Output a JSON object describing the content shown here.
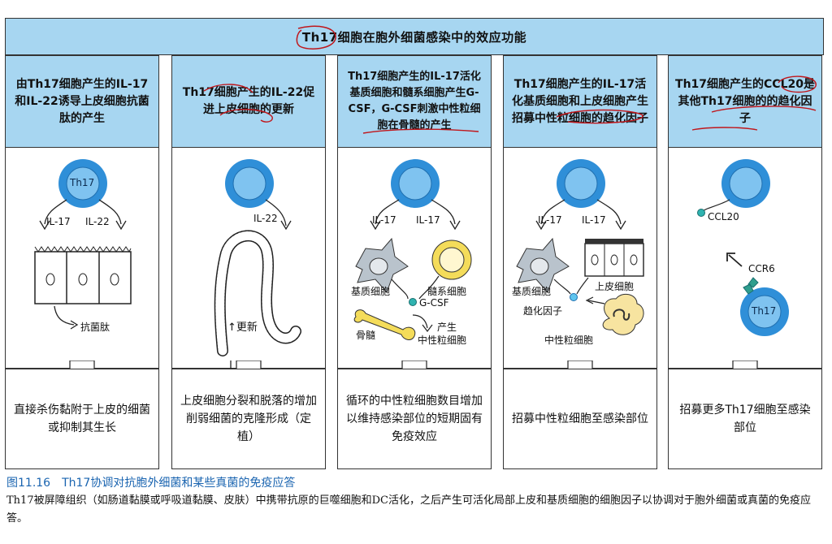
{
  "title": "Th17细胞在胞外细菌感染中的效应功能",
  "panels": [
    {
      "header": "由Th17细胞产生的IL-17和IL-22诱导上皮细胞抗菌肽的产生",
      "cell_label": "Th17",
      "labels": {
        "a": "IL-17",
        "b": "IL-22",
        "c": "抗菌肽"
      },
      "footer": "直接杀伤黏附于上皮的细菌或抑制其生长"
    },
    {
      "header": "Th17细胞产生的IL-22促进上皮细胞的更新",
      "labels": {
        "a": "IL-22",
        "b": "更新"
      },
      "footer": "上皮细胞分裂和脱落的增加削弱细菌的克隆形成（定植）"
    },
    {
      "header": "Th17细胞产生的IL-17活化基质细胞和髓系细胞产生G-CSF，G-CSF刺激中性粒细胞在骨髓的产生",
      "labels": {
        "a": "IL-17",
        "b": "IL-17",
        "c": "基质细胞",
        "d": "髓系细胞",
        "e": "G-CSF",
        "f": "骨髓",
        "g": "产生",
        "h": "中性粒细胞"
      },
      "footer": "循环的中性粒细胞数目增加以维持感染部位的短期固有免疫效应"
    },
    {
      "header": "Th17细胞产生的IL-17活化基质细胞和上皮细胞产生招募中性粒细胞的趋化因子",
      "labels": {
        "a": "IL-17",
        "b": "IL-17",
        "c": "基质细胞",
        "d": "上皮细胞",
        "e": "趋化因子",
        "f": "中性粒细胞"
      },
      "footer": "招募中性粒细胞至感染部位"
    },
    {
      "header": "Th17细胞产生的CCL20是其他Th17细胞的的趋化因子",
      "cell_label": "Th17",
      "labels": {
        "a": "CCL20",
        "b": "CCR6"
      },
      "footer": "招募更多Th17细胞至感染部位"
    }
  ],
  "caption": {
    "title": "图11.16　Th17协调对抗胞外细菌和某些真菌的免疫应答",
    "body": "Th17被屏障组织（如肠道黏膜或呼吸道黏膜、皮肤）中携带抗原的巨噬细胞和DC活化，之后产生可活化局部上皮和基质细胞的细胞因子以协调对于胞外细菌或真菌的免疫应答。"
  },
  "colors": {
    "panel_blue": "#a7d6f1",
    "cell_blue": "#2f8fd8",
    "cell_light": "#7fc3f0",
    "myeloid_yellow": "#f4dc5a",
    "annotation_red": "#c0161b"
  }
}
